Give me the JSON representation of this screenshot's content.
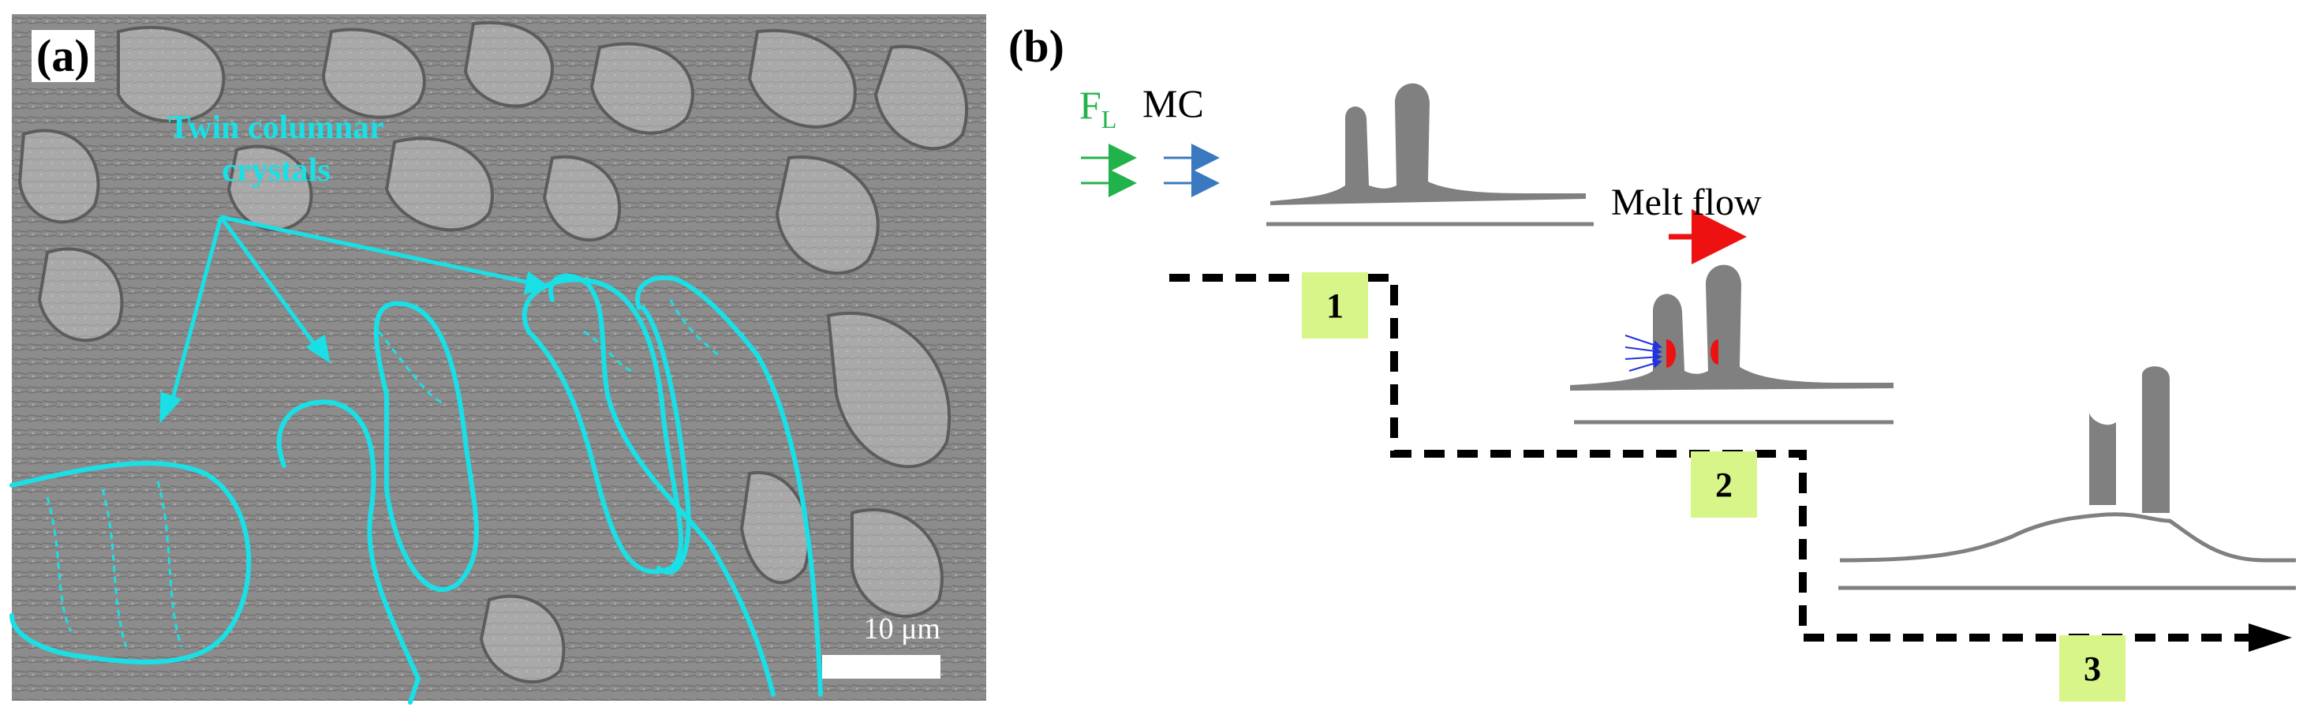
{
  "panel_a": {
    "label": "(a)",
    "annotation": "Twin columnar crystals",
    "scale_bar": "10 μm"
  },
  "panel_b": {
    "label": "(b)",
    "force_symbol": "F",
    "force_subscript": "L",
    "mc_label": "MC",
    "melt_flow_label": "Melt flow",
    "steps": [
      "1",
      "2",
      "3"
    ]
  },
  "colors": {
    "outline": "#19e0e6",
    "force_arrow": "#22b24c",
    "mc_arrow": "#3a78c0",
    "melt_arrow": "#ee1111",
    "crystal": "#808080",
    "step_box": "#d8f58a"
  }
}
